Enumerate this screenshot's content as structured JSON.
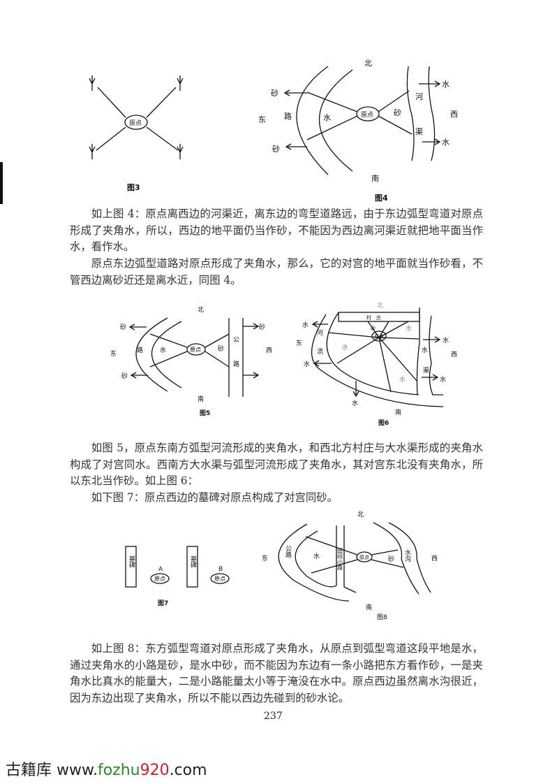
{
  "figures": {
    "fig3": {
      "caption": "图3",
      "center": "原点"
    },
    "fig4": {
      "caption": "图4",
      "north": "北",
      "south": "南",
      "east": "东",
      "west": "西",
      "road": "路",
      "water": "水",
      "center": "原点",
      "sand": "砂",
      "canal_1": "河",
      "canal_2": "渠"
    },
    "fig5": {
      "caption": "图5",
      "north": "北",
      "south": "南",
      "east": "东",
      "west": "西",
      "road": "路",
      "water": "水",
      "center": "原点",
      "sand": "砂",
      "highway_1": "公",
      "highway_2": "路"
    },
    "fig6": {
      "caption": "图6",
      "north": "北",
      "south": "南",
      "east": "东",
      "west": "西",
      "village": "村　庄",
      "river_1": "河",
      "river_2": "流",
      "water": "水",
      "center": "原点",
      "sand": "砂",
      "canal_1": "水",
      "canal_2": "渠"
    },
    "fig7": {
      "caption": "图7",
      "tomb": "墓碑",
      "a": "A",
      "b": "B",
      "center": "原点"
    },
    "fig8": {
      "caption": "图8",
      "north": "北",
      "south": "南",
      "east": "东",
      "west": "西",
      "highway": "公路",
      "water": "水",
      "path": "田间小路",
      "center": "原点",
      "sand": "砂",
      "ditch": "水沟"
    }
  },
  "paragraphs": [
    "如上图 4：原点离西边的河渠近，离东边的弯型道路远，由于东边弧型弯道对原点形成了夹角水，所以，西边的地平面仍当作砂，不能因为西边离河渠近就把地平面当作水，看作水。",
    "原点东边弧型道路对原点形成了夹角水，那么，它的对宫的地平面就当作砂看，不管西边离砂近还是离水近，同图 4。",
    "如图 5，原点东南方弧型河流形成的夹角水，和西北方村庄与大水渠形成的夹角水构成了对宫同水。西南方大水渠与弧型河流形成了夹角水，其对宫东北没有夹角水，所以东北当作砂。如上图 6：",
    "如下图 7：原点西边的墓碑对原点构成了对宫同砂。",
    "如上图 8：东方弧型弯道对原点形成了夹角水，从原点到弧型弯道这段平地是水，通过夹角水的小路是砂，是水中砂，而不能因为东边有一条小路把东方看作砂，一是夹角水比真水的能量大，二是小路能量太小等于淹没在水中。原点西边虽然离水沟很近，因为东边出现了夹角水，所以不能以西边先碰到的砂水论。"
  ],
  "page_number": "237",
  "watermark": {
    "prefix": "古籍库 www.",
    "green": "fozhu",
    "red": "920",
    "suffix": ".com"
  }
}
